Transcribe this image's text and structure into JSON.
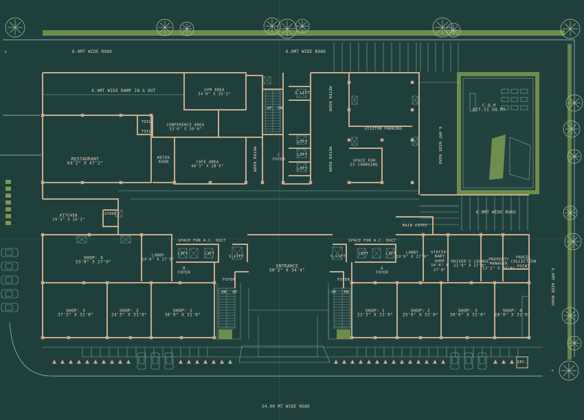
{
  "colors": {
    "background": "#1f3f3d",
    "wall": "#c9ad8c",
    "line": "#8fb0a6",
    "green": "#7d9a4f",
    "text": "#e6d7c2"
  },
  "roads": {
    "top_left": "6.0MT WIDE ROAD",
    "top_right": "6.0MT WIDE ROAD",
    "ramp": "6.4MT WIDE RAMP IN & OUT",
    "east_inner": "6.0MT WIDE ROAD",
    "right_mid": "6.0MT WIDE ROAD",
    "right_edge": "6.0MT WIDE ROAD",
    "bottom": "24.00 MT WIDE ROAD"
  },
  "rooms": {
    "gym": {
      "name": "GYM AREA",
      "dim": "34'0\" X 19'3\""
    },
    "s_lift_top": {
      "name": "S.LIFT"
    },
    "meter_room_top": {
      "name": "METER ROOM"
    },
    "visitor_parking": {
      "name": "VISITOR PARKING"
    },
    "cop": {
      "name": "C.O.P",
      "dim": "627.11 SQ.MT"
    },
    "toilet_1": {
      "name": "TOIL"
    },
    "toilet_2": {
      "name": "TOIL"
    },
    "conference": {
      "name": "CONFERENCE AREA",
      "dim": "33'0\" X 20'0\""
    },
    "restaurant": {
      "name": "RESTAURANT",
      "dim": "64'2\" X 47'2\""
    },
    "meter_room_left": {
      "name": "METER",
      "name2": "ROOM"
    },
    "cafe": {
      "name": "CAFE AREA",
      "dim": "40'3\" X 28'6\""
    },
    "meter_room_mid": {
      "name": "METER ROOM"
    },
    "c_foyer": {
      "name": "C",
      "name2": "FOYER"
    },
    "lift_1": {
      "name": "LIFT"
    },
    "lift_2": {
      "name": "LIFT"
    },
    "lift_3": {
      "name": "LIFT"
    },
    "meter_room_right": {
      "name": "METER ROOM"
    },
    "ev_charging": {
      "name": "SPACE FOR",
      "name2": "EV CHARGING"
    },
    "kitchen": {
      "name": "KITCHEN",
      "dim": "29'3\" X 19'3\""
    },
    "store": {
      "name": "STORE"
    },
    "main_entry": {
      "name": "MAIN ENTRY"
    },
    "shop4_left": {
      "name": "SHOP: 4",
      "dim": "53'9\" X 27'0\""
    },
    "ac_duct_left": {
      "name": "SPACE FOR A.C. DUCT"
    },
    "ac_duct_right": {
      "name": "SPACE FOR A.C. DUCT"
    },
    "lobby_left": {
      "name": "LOBBY",
      "dim": "19'0\" X 27'0\""
    },
    "lobby_right": {
      "name": "LOBBY",
      "dim": "19'0\" X 27'0\""
    },
    "lift_b1": {
      "name": "LIFT"
    },
    "lift_b2": {
      "name": "LIFT"
    },
    "lift_b3": {
      "name": "LIFT"
    },
    "s_lift_b": {
      "name": "S.LIFT"
    },
    "lift_a1": {
      "name": "LIFT"
    },
    "lift_a2": {
      "name": "LIFT"
    },
    "lift_a3": {
      "name": "LIFT"
    },
    "s_lift_a": {
      "name": "S.LIFT"
    },
    "entrance": {
      "name": "ENTRANCE",
      "dim": "50'2\" X 34'4\""
    },
    "b_foyer": {
      "name": "B",
      "name2": "FOYER"
    },
    "a_foyer": {
      "name": "A",
      "name2": "FOYER"
    },
    "foyer_left": {
      "name": "FOYER"
    },
    "foyer_right": {
      "name": "FOYER"
    },
    "stationary": {
      "name": "STATIO-",
      "name2": "NARY",
      "name3": "SHOP",
      "dim": "10'0\" X",
      "dim2": "27'0\""
    },
    "drivers_lounge": {
      "name": "DRIVER'S LOUNGE",
      "dim": "21'0\" X 27'0\""
    },
    "property_manager": {
      "name": "PROPERTY",
      "name2": "MANAGER",
      "dim": "13'2\" X 27'0\""
    },
    "parcel": {
      "name": "PARCEL",
      "name2": "COLLECTION",
      "name3": "POINT"
    },
    "shop3_left": {
      "name": "SHOP: 3",
      "dim": "37'3\" X 31'0\""
    },
    "shop2_left": {
      "name": "SHOP: 2",
      "dim": "24'3\" X 31'0\""
    },
    "shop1_left": {
      "name": "SHOP: 1",
      "dim": "36'0\" X 31'0\""
    },
    "shop1_right": {
      "name": "SHOP: 1",
      "dim": "22'3\" X 31'0\""
    },
    "shop2_right": {
      "name": "SHOP: 2",
      "dim": "25'0\" X 31'0\""
    },
    "shop3_right": {
      "name": "SHOP: 3",
      "dim": "30'0\" X 31'0\""
    },
    "shop4_right": {
      "name": "SHOP: 4",
      "dim": "18'0\" X 31'0\""
    },
    "sec": {
      "name": "SEC."
    }
  },
  "stairs": {
    "up": "UP",
    "dn": "DN"
  }
}
